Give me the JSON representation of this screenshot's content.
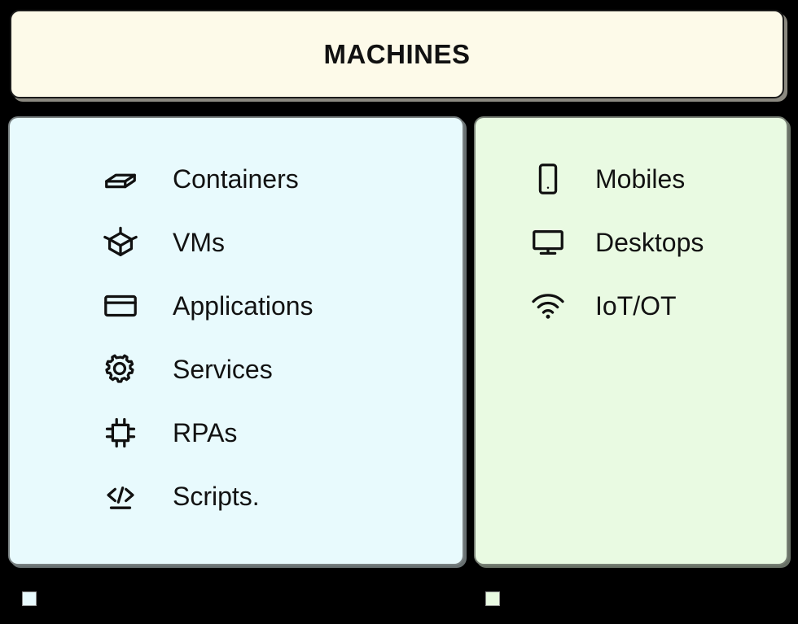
{
  "header": {
    "title": "MACHINES"
  },
  "panels": [
    {
      "id": "software-machines",
      "color": "#E8FAFD",
      "items": [
        {
          "label": "Containers",
          "icon": "box-3d-icon"
        },
        {
          "label": "VMs",
          "icon": "cube-node-icon"
        },
        {
          "label": "Applications",
          "icon": "window-icon"
        },
        {
          "label": "Services",
          "icon": "gear-icon"
        },
        {
          "label": "RPAs",
          "icon": "cpu-chip-icon"
        },
        {
          "label": "Scripts.",
          "icon": "code-brackets-icon"
        }
      ]
    },
    {
      "id": "hardware-machines",
      "color": "#E9FAE2",
      "items": [
        {
          "label": "Mobiles",
          "icon": "smartphone-icon"
        },
        {
          "label": "Desktops",
          "icon": "monitor-icon"
        },
        {
          "label": "IoT/OT",
          "icon": "wifi-icon"
        }
      ]
    }
  ],
  "legend": [
    {
      "color": "#E8FAFD"
    },
    {
      "color": "#E9FAE2"
    }
  ]
}
